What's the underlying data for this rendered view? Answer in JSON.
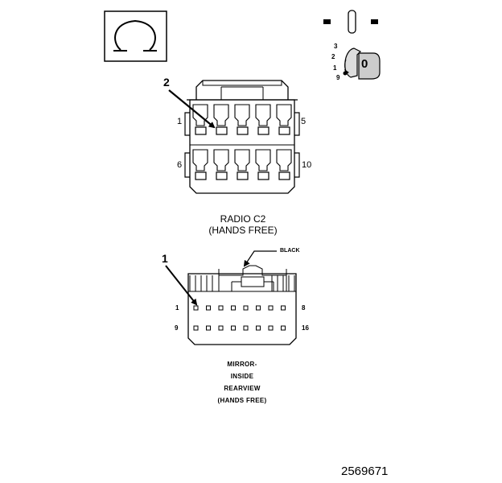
{
  "symbol_box": {
    "glyph": "Ω"
  },
  "legend": {
    "pin_numbers": [
      "3",
      "2",
      "1",
      "9"
    ],
    "terminal_letter": "0"
  },
  "radio_c2": {
    "callout": "2",
    "pin_left_top": "1",
    "pin_right_top": "5",
    "pin_left_bottom": "6",
    "pin_right_bottom": "10",
    "title_line1": "RADIO C2",
    "title_line2": "(HANDS FREE)"
  },
  "mirror": {
    "callout": "1",
    "color_label": "BLACK",
    "pin_left_top": "1",
    "pin_right_top": "8",
    "pin_left_bottom": "9",
    "pin_right_bottom": "16",
    "title_lines": [
      "MIRROR-",
      "INSIDE",
      "REARVIEW",
      "(HANDS FREE)"
    ]
  },
  "figure_number": "2569671"
}
